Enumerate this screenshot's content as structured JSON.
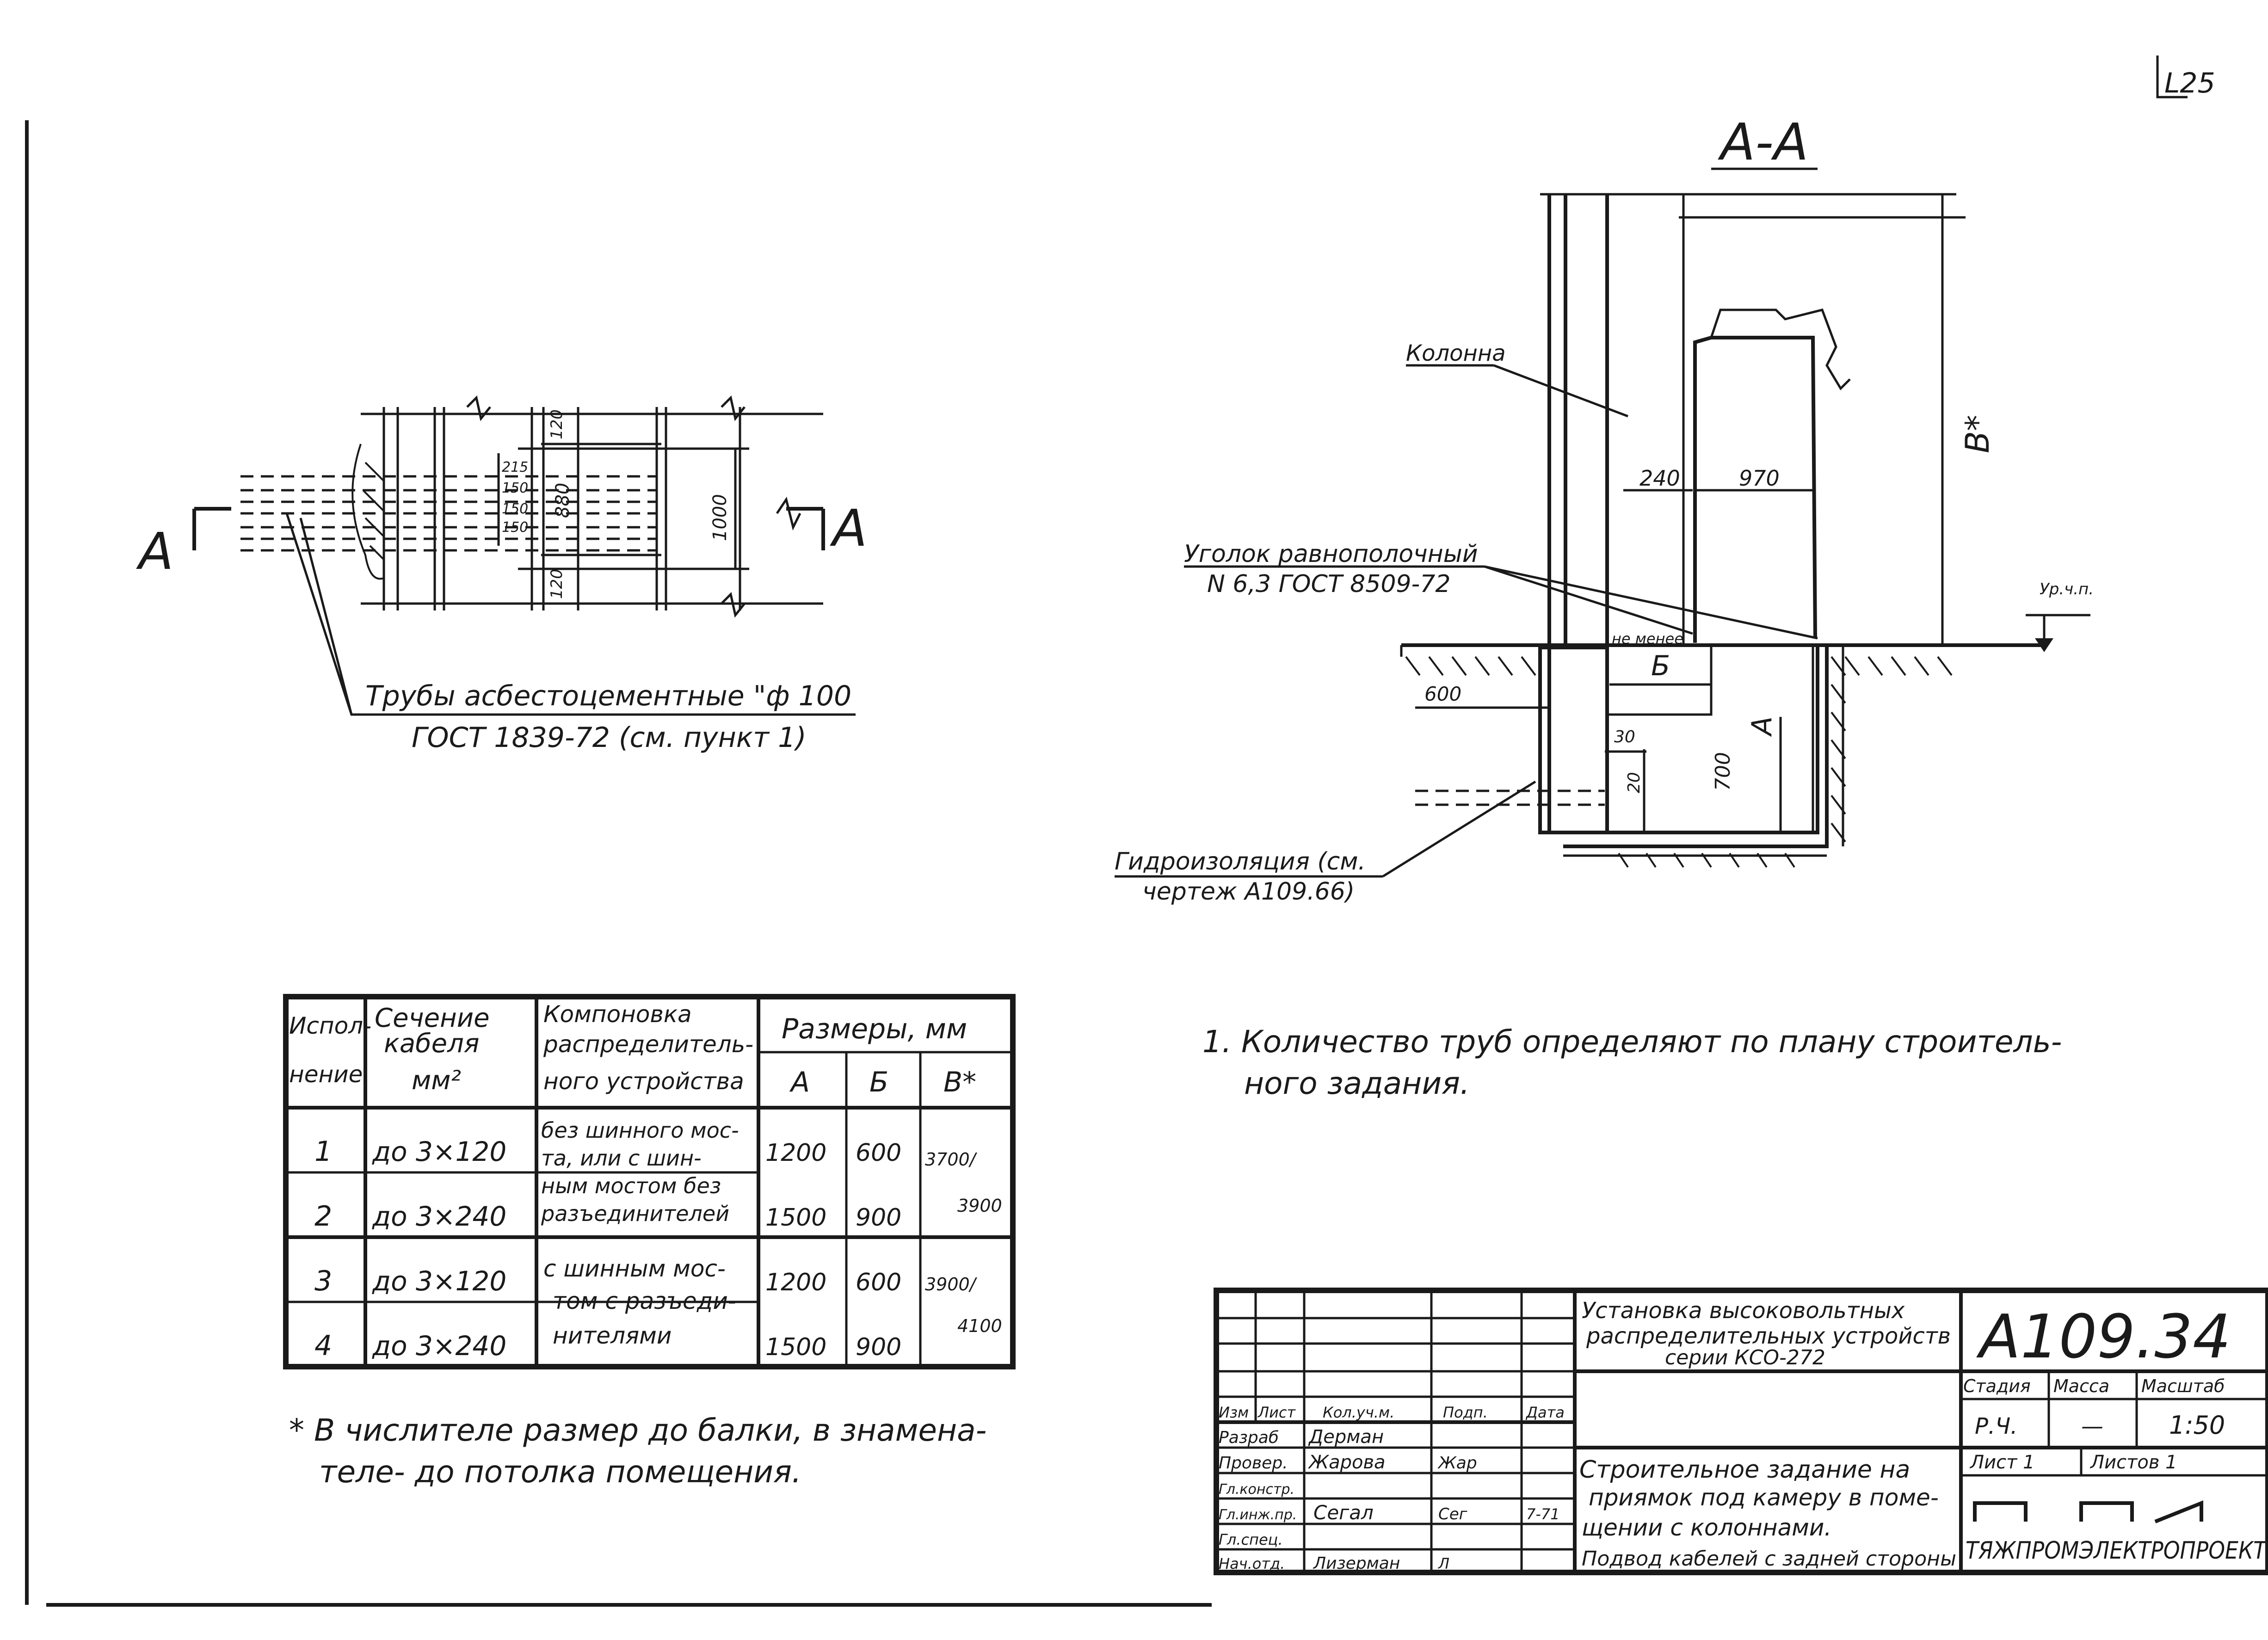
{
  "sheet_number": "L25",
  "plan": {
    "section_mark_left": "А",
    "section_mark_right": "А",
    "dims": {
      "d215": "215",
      "d150a": "150",
      "d150b": "150",
      "d150c": "150",
      "d120a": "120",
      "d120b": "120",
      "d880": "880",
      "d1000": "1000"
    },
    "pipes_note": {
      "line1": "Трубы асбестоцементные \"ф 100",
      "line2": "ГОСТ 1839-72 (см. пункт 1)"
    }
  },
  "section": {
    "title": "А-А",
    "column_label": "Колонна",
    "angle_label": {
      "line1": "Уголок равнополочный",
      "line2": "N 6,3  ГОСТ 8509-72"
    },
    "dim_240": "240",
    "dim_970": "970",
    "dim_B": "В*",
    "dim_A": "А",
    "dim_Б": "Б",
    "dim_600": "600",
    "dim_30": "30",
    "dim_20": "20",
    "dim_700": "700",
    "not_less": "не менее",
    "floor_level": "Ур.ч.п.",
    "waterproof": {
      "line1": "Гидроизоляция (см.",
      "line2": "чертеж А109.66)"
    }
  },
  "table": {
    "head": {
      "col1": [
        "Испол-",
        "нение"
      ],
      "col2": [
        "Сечение",
        "кабеля",
        "мм²"
      ],
      "col3": [
        "Компоновка",
        "распределитель-",
        "ного устройства"
      ],
      "sizes": "Размеры, мм",
      "A": "А",
      "B": "Б",
      "V": "В*"
    },
    "rows": [
      {
        "n": "1",
        "cable": "до 3×120",
        "A": "1200",
        "B": "600"
      },
      {
        "n": "2",
        "cable": "до 3×240",
        "A": "1500",
        "B": "900"
      },
      {
        "n": "3",
        "cable": "до 3×120",
        "A": "1200",
        "B": "600"
      },
      {
        "n": "4",
        "cable": "до 3×240",
        "A": "1500",
        "B": "900"
      }
    ],
    "layout_a": [
      "без шинного мос-",
      "та, или с шин-",
      "ным мостом без",
      "разъединителей"
    ],
    "layout_b": [
      "с шинным мос-",
      "том с разъеди-",
      "нителями"
    ],
    "v_a": [
      "3700/",
      "3900"
    ],
    "v_b": [
      "3900/",
      "4100"
    ]
  },
  "footnote": {
    "line1": "* В числителе размер до балки, в знамена-",
    "line2": "теле- до потолка помещения."
  },
  "note": {
    "line1": "1. Количество  труб  определяют  по плану  строитель-",
    "line2": "ного   задания."
  },
  "stamp": {
    "doc_title": [
      "Установка высоковольтных",
      "распределительных устройств",
      "серии КСО-272"
    ],
    "code": "А109.34",
    "stage_h": "Стадия",
    "mass_h": "Масса",
    "scale_h": "Масштаб",
    "stage": "Р.Ч.",
    "mass": "—",
    "scale": "1:50",
    "sheet": "Лист 1",
    "sheets": "Листов 1",
    "org": "ТЯЖПРОМЭЛЕКТРОПРОЕКТ",
    "sheet_title": [
      "Строительное задание на",
      "приямок под камеру в поме-",
      "щении с колоннами.",
      "Подвод кабелей с задней стороны"
    ],
    "cols": [
      "Изм",
      "Лист",
      "Кол.уч.м.",
      "Подп.",
      "Дата"
    ],
    "people": [
      {
        "role": "Разраб",
        "name": "Дерман",
        "sign": "",
        "date": ""
      },
      {
        "role": "Провер.",
        "name": "Жарова",
        "sign": "Жар",
        "date": ""
      },
      {
        "role": "Гл.констр.",
        "name": "",
        "sign": "",
        "date": ""
      },
      {
        "role": "Гл.инж.пр.",
        "name": "Сегал",
        "sign": "Сег",
        "date": "7-71"
      },
      {
        "role": "Гл.спец.",
        "name": "",
        "sign": "",
        "date": ""
      },
      {
        "role": "Нач.отд.",
        "name": "Лизерман",
        "sign": "Л",
        "date": ""
      }
    ]
  }
}
